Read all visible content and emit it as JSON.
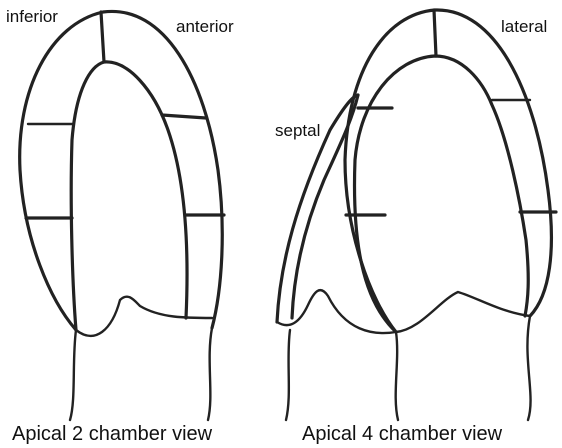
{
  "labels": {
    "inferior": "inferior",
    "anterior": "anterior",
    "septal": "septal",
    "lateral": "lateral",
    "caption_left": "Apical 2 chamber view",
    "caption_right": "Apical 4 chamber view"
  }
}
